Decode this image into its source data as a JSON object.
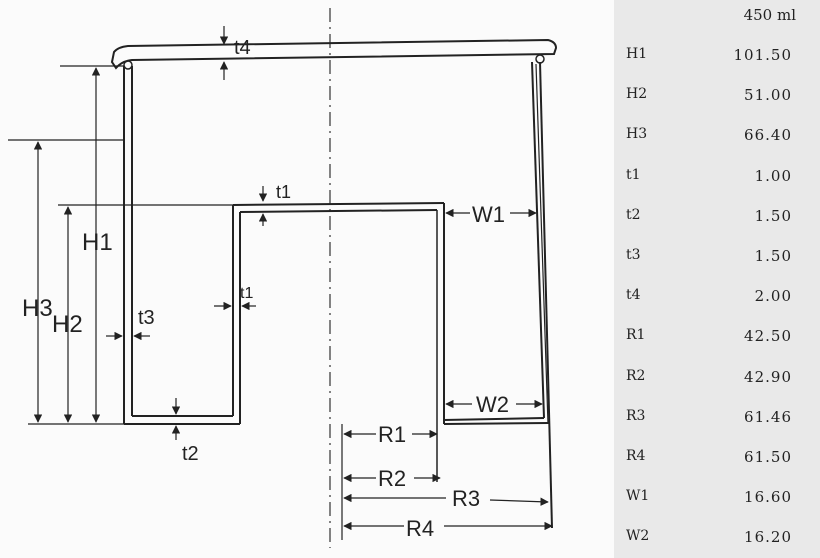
{
  "diagram": {
    "labels": {
      "t4": "t4",
      "t1_top": "t1",
      "t1_side": "t1",
      "t3": "t3",
      "t2": "t2",
      "H1": "H1",
      "H2": "H2",
      "H3": "H3",
      "W1": "W1",
      "W2": "W2",
      "R1": "R1",
      "R2": "R2",
      "R3": "R3",
      "R4": "R4"
    }
  },
  "table": {
    "header": "450 ml",
    "rows": [
      {
        "label": "H1",
        "value": "101.50"
      },
      {
        "label": "H2",
        "value": "51.00"
      },
      {
        "label": "H3",
        "value": "66.40"
      },
      {
        "label": "t1",
        "value": "1.00"
      },
      {
        "label": "t2",
        "value": "1.50"
      },
      {
        "label": "t3",
        "value": "1.50"
      },
      {
        "label": "t4",
        "value": "2.00"
      },
      {
        "label": "R1",
        "value": "42.50"
      },
      {
        "label": "R2",
        "value": "42.90"
      },
      {
        "label": "R3",
        "value": "61.46"
      },
      {
        "label": "R4",
        "value": "61.50"
      },
      {
        "label": "W1",
        "value": "16.60"
      },
      {
        "label": "W2",
        "value": "16.20"
      }
    ]
  }
}
